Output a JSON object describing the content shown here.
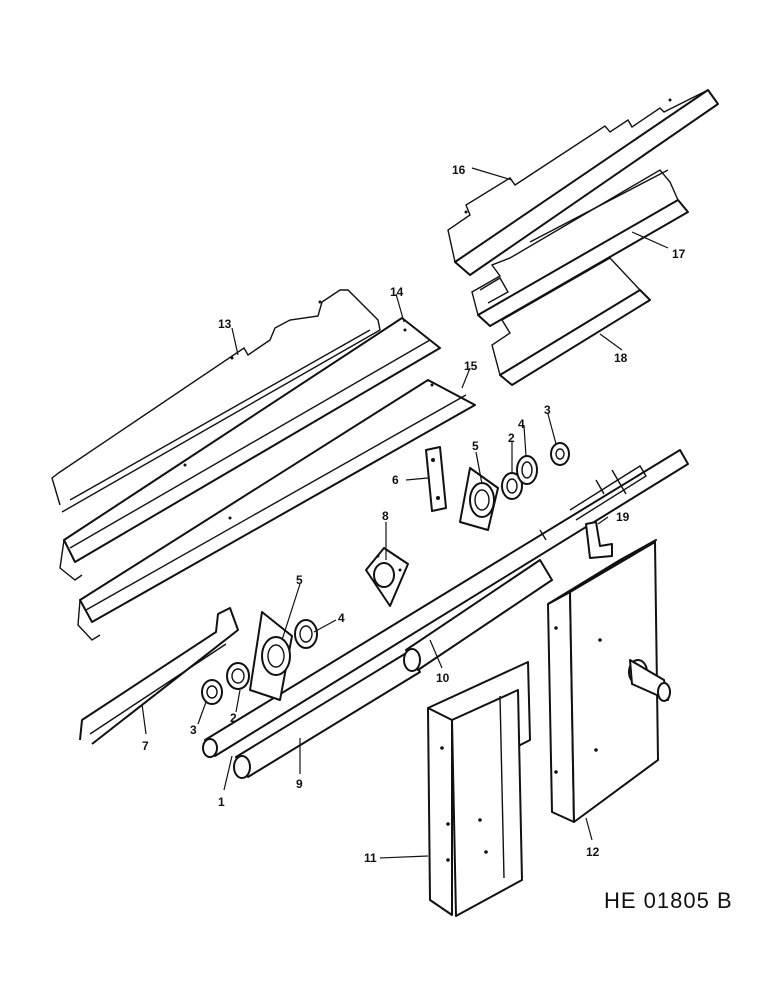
{
  "drawing_code": "HE 01805 B",
  "callouts": {
    "c1": "1",
    "c2a": "2",
    "c2b": "2",
    "c3a": "3",
    "c3b": "3",
    "c4a": "4",
    "c4b": "4",
    "c5a": "5",
    "c5b": "5",
    "c6": "6",
    "c7": "7",
    "c8": "8",
    "c9": "9",
    "c10": "10",
    "c11": "11",
    "c12": "12",
    "c13": "13",
    "c14": "14",
    "c15": "15",
    "c16": "16",
    "c17": "17",
    "c18": "18",
    "c19": "19"
  }
}
